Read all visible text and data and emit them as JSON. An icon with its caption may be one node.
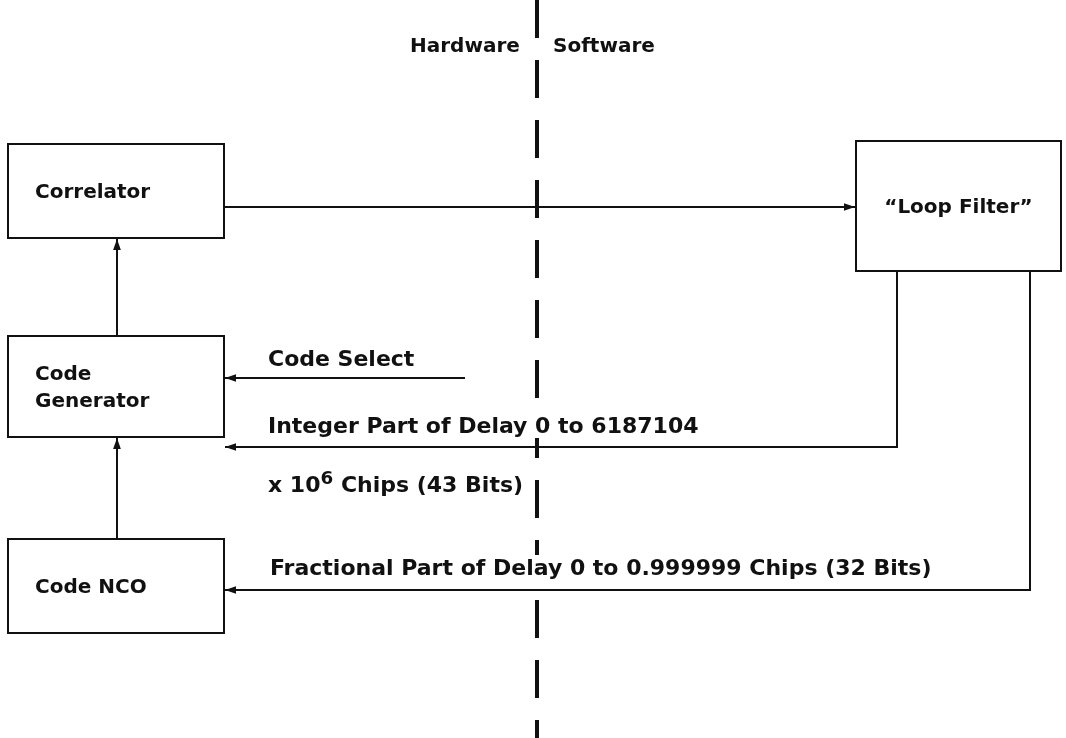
{
  "diagram": {
    "nodes": [
      {
        "text": [
          "Correlator"
        ]
      },
      {
        "text": [
          "“Loop Filter”"
        ]
      },
      {
        "text": [
          "Code Generator"
        ]
      },
      {
        "text": [
          "Code NCO"
        ]
      }
    ],
    "edges": [
      {
        "from": 0,
        "to": 1,
        "arrow": "to"
      },
      {
        "from": 2,
        "to": 0,
        "arrow": "to"
      },
      {
        "from": 3,
        "to": 2,
        "arrow": "to"
      },
      {
        "from": null,
        "to": 2,
        "arrow": "to",
        "label": "Code Select"
      },
      {
        "from": 1,
        "to": 2,
        "arrow": "to",
        "label": "Integer Part of Delay 0 to 6187104 x 10$^{6}$ Chips (43 Bits)"
      },
      {
        "from": 1,
        "to": 3,
        "arrow": "to",
        "label": "Fractional Part of Delay 0 to 0.999999 Chips (32 Bits)"
      }
    ],
    "labels": [
      "Hardware",
      "Software"
    ]
  }
}
